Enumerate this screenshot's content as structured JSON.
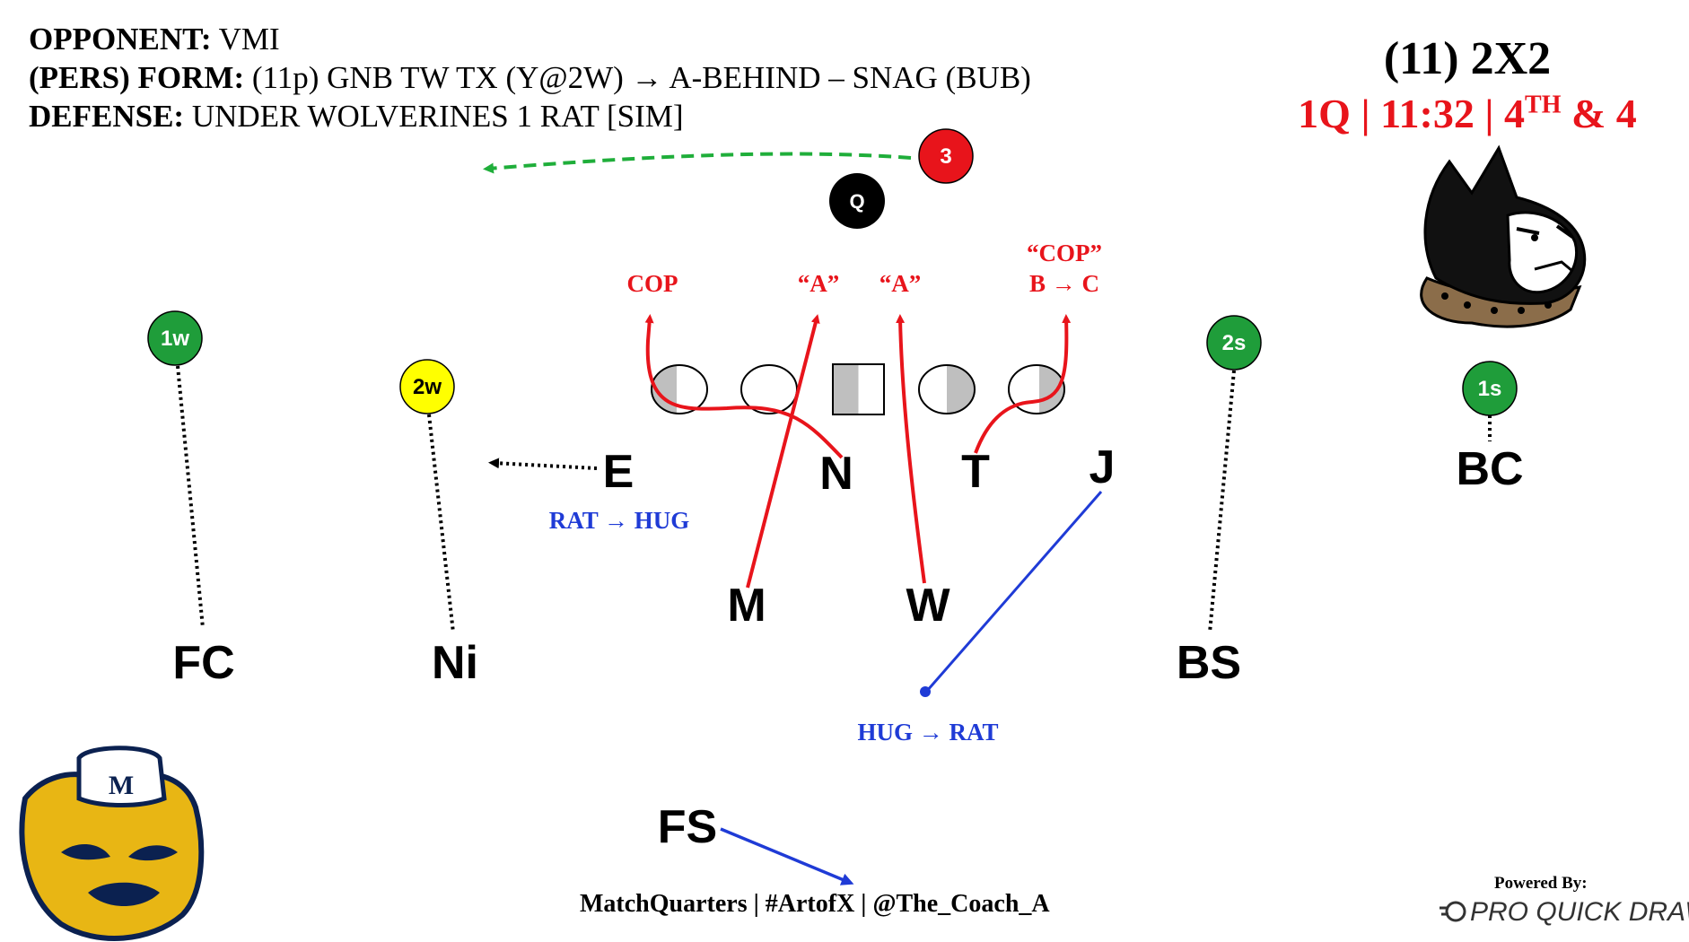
{
  "header": {
    "opponent_label": "OPPONENT:",
    "opponent_value": "VMI",
    "formation_label": "(PERS) FORM:",
    "formation_value": "(11p) GNB TW TX (Y@2W) → A-BEHIND – SNAG (BUB)",
    "defense_label": "DEFENSE:",
    "defense_value": "UNDER WOLVERINES 1 RAT [SIM]"
  },
  "situation": {
    "personnel": "(11) 2X2",
    "quarter": "1Q",
    "sep1": "|",
    "clock": "11:32",
    "sep2": "|",
    "down": "4",
    "down_suffix": "TH",
    "distance_text": "& 4"
  },
  "offense": {
    "qb": "Q",
    "back": "3",
    "receivers": {
      "w1": "1w",
      "w2": "2w",
      "s2": "2s",
      "s1": "1s"
    }
  },
  "defense": {
    "E": "E",
    "N": "N",
    "T": "T",
    "J": "J",
    "M": "M",
    "W": "W",
    "FC": "FC",
    "Ni": "Ni",
    "BS": "BS",
    "BC": "BC",
    "FS": "FS"
  },
  "calls": {
    "cop_left": "COP",
    "a_left": "“A”",
    "a_right": "“A”",
    "cop_right_line1": "“COP”",
    "cop_right_line2": "B → C",
    "rat_hug": "RAT → HUG",
    "hug_rat": "HUG → RAT"
  },
  "footer": {
    "credits": "MatchQuarters | #ArtofX | @The_Coach_A",
    "powered_by": "Powered By:",
    "brand": "PRO QUICK DRAW"
  },
  "colors": {
    "red": "#e8141b",
    "blue": "#1f3bd6",
    "green_route": "#1fae3a",
    "receiver_green": "#1f9d3a",
    "receiver_yellow": "#ffff00"
  }
}
